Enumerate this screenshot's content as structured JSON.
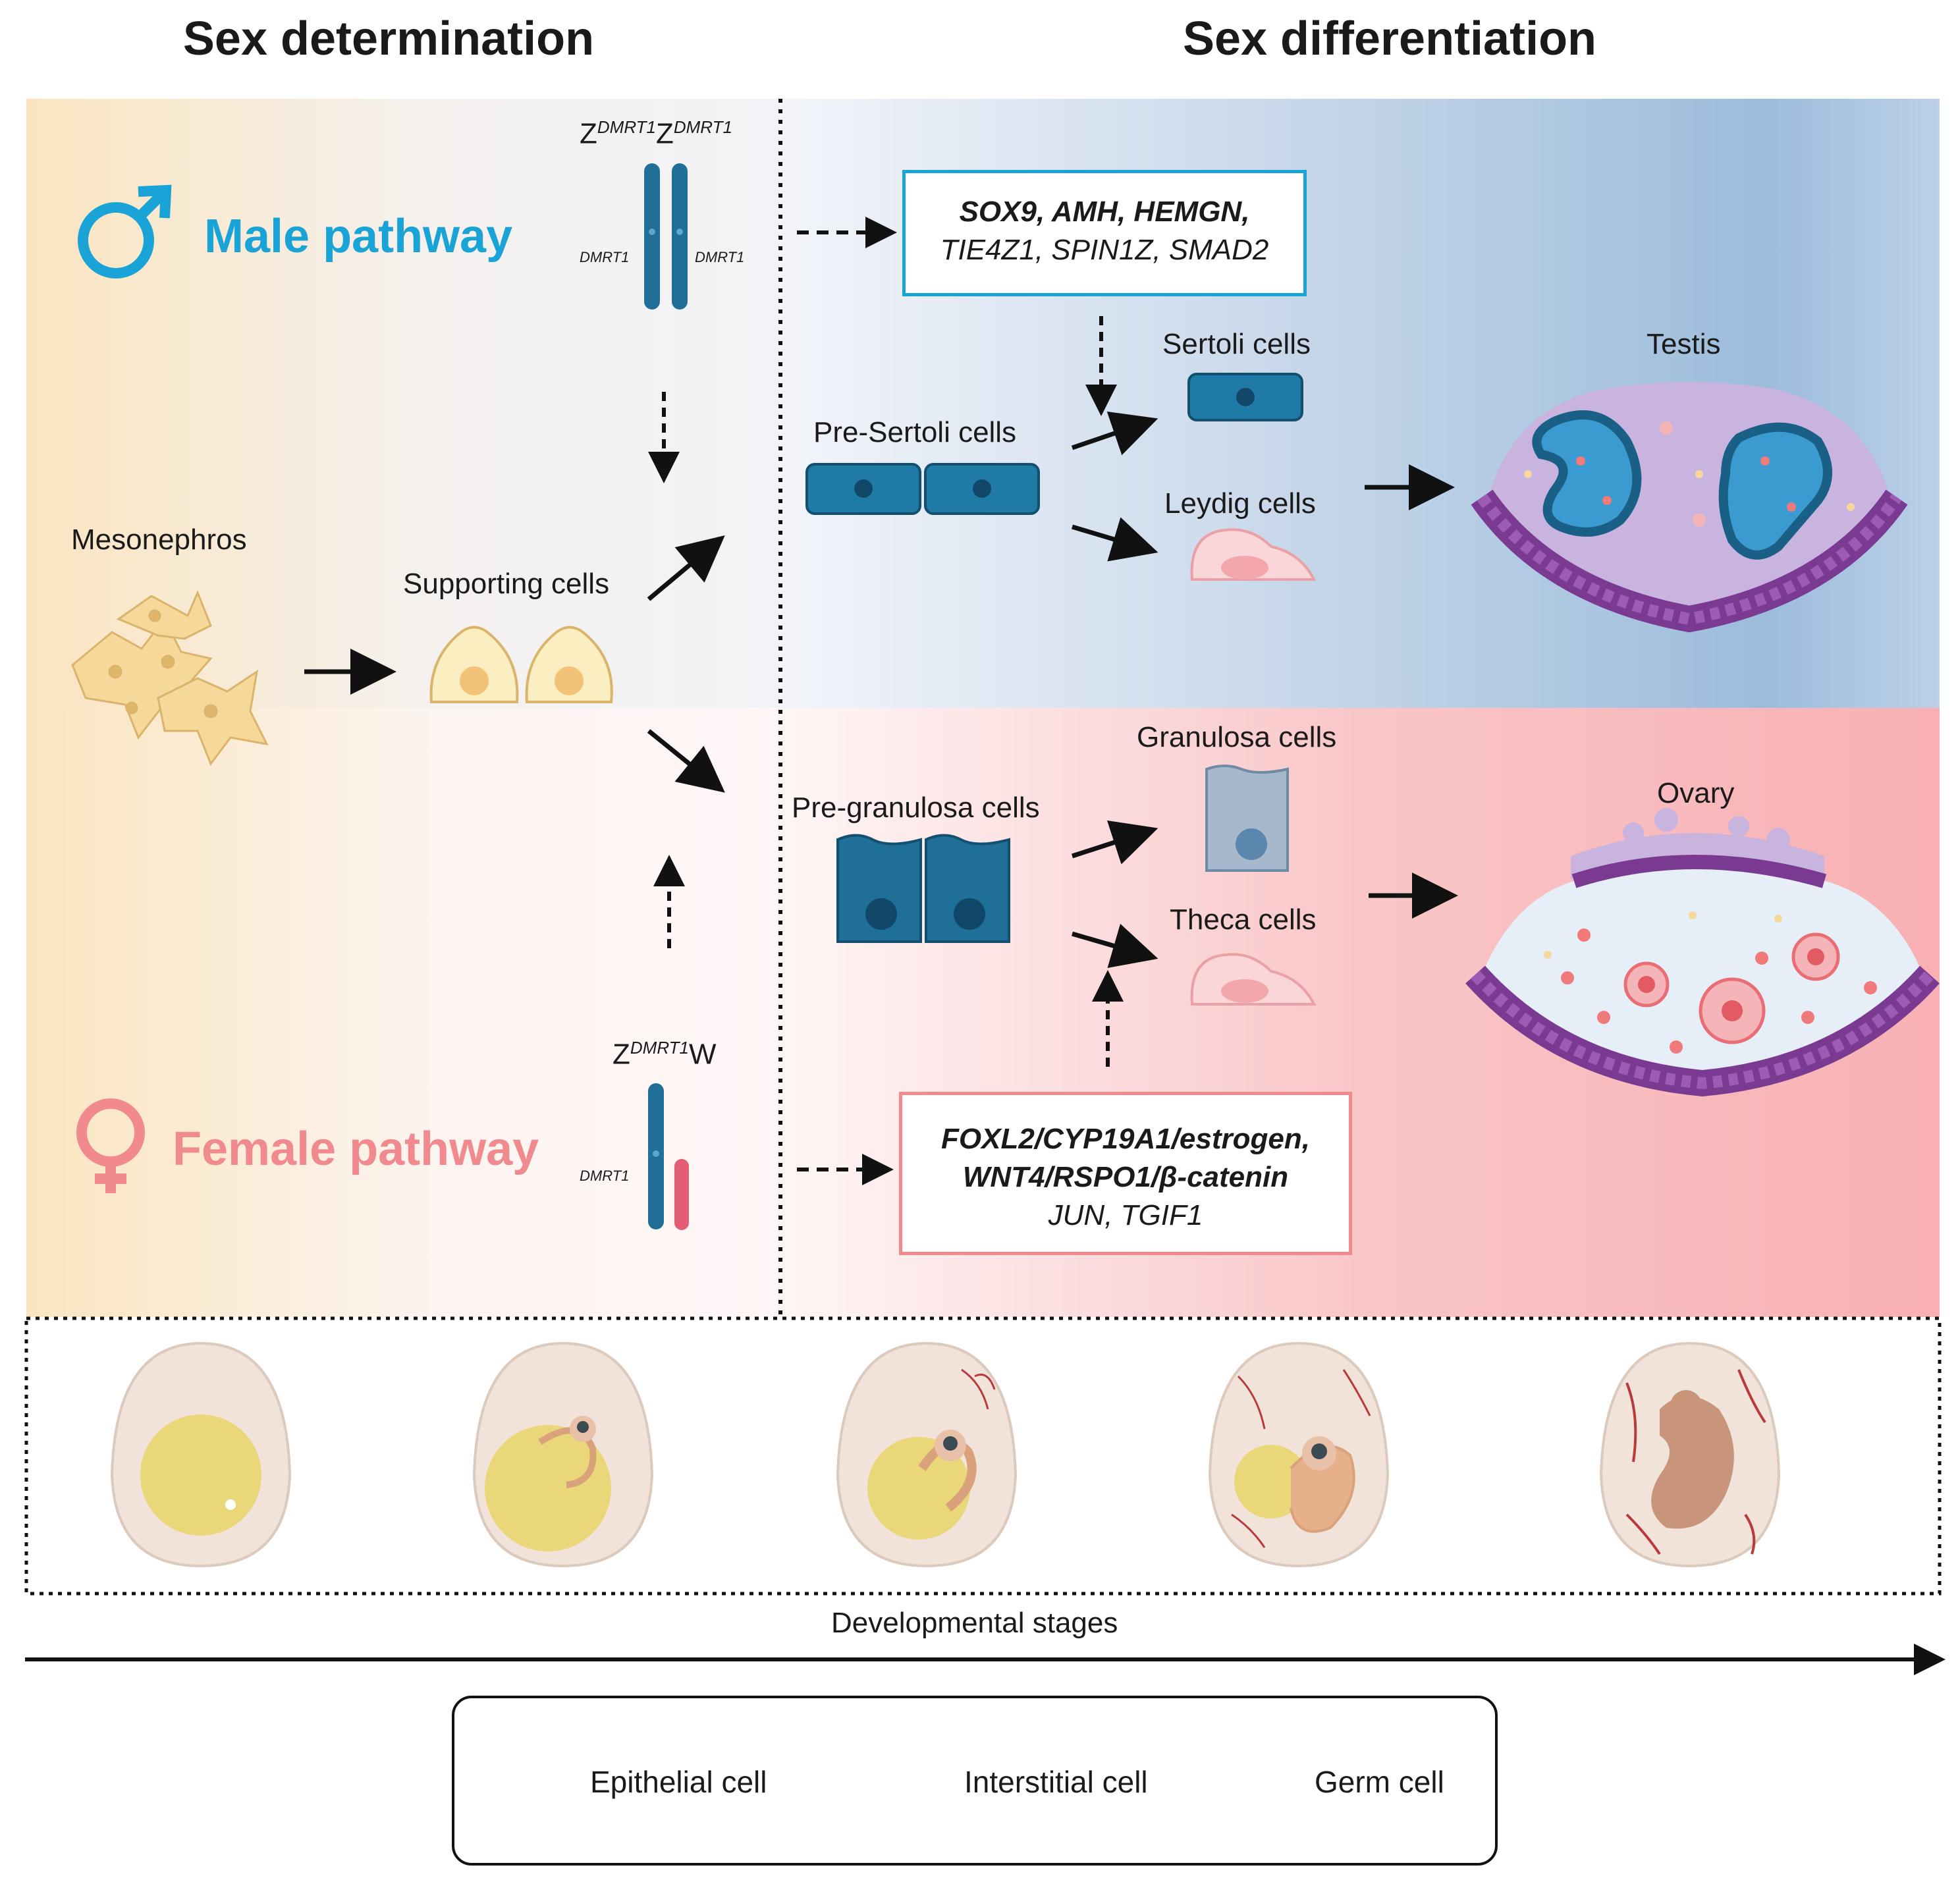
{
  "headers": {
    "left": "Sex determination",
    "right": "Sex differentiation"
  },
  "male": {
    "pathway_label": "Male pathway",
    "karyotype": {
      "a": "Z",
      "a_sup": "DMRT1",
      "b": "Z",
      "b_sup": "DMRT1"
    },
    "chrom_labels": [
      "DMRT1",
      "DMRT1"
    ],
    "genes_bold": "SOX9, AMH, HEMGN,",
    "genes_plain": "TIE4Z1, SPIN1Z, SMAD2",
    "pre_cells": "Pre-Sertoli cells",
    "cell_a": "Sertoli cells",
    "cell_b": "Leydig cells",
    "organ": "Testis"
  },
  "female": {
    "pathway_label": "Female pathway",
    "karyotype": {
      "a": "Z",
      "a_sup": "DMRT1",
      "b": "W"
    },
    "chrom_label": "DMRT1",
    "genes_bold_1": "FOXL2/CYP19A1/estrogen,",
    "genes_bold_2": "WNT4/RSPO1/β-catenin",
    "genes_plain": "JUN, TGIF1",
    "pre_cells": "Pre-granulosa cells",
    "cell_a": "Granulosa cells",
    "cell_b": "Theca cells",
    "organ": "Ovary"
  },
  "shared": {
    "mesonephros": "Mesonephros",
    "supporting": "Supporting cells",
    "stages": "Developmental stages"
  },
  "legend": {
    "epithelial": "Epithelial cell",
    "interstitial": "Interstitial cell",
    "germ": "Germ cell"
  },
  "colors": {
    "male_accent": "#1aa3d6",
    "female_accent": "#f08a8f",
    "cell_blue": "#1f6f99",
    "interstitial": "#f5d89a",
    "epithelial": "#8a4a9c",
    "germ": "#f07a7a"
  }
}
